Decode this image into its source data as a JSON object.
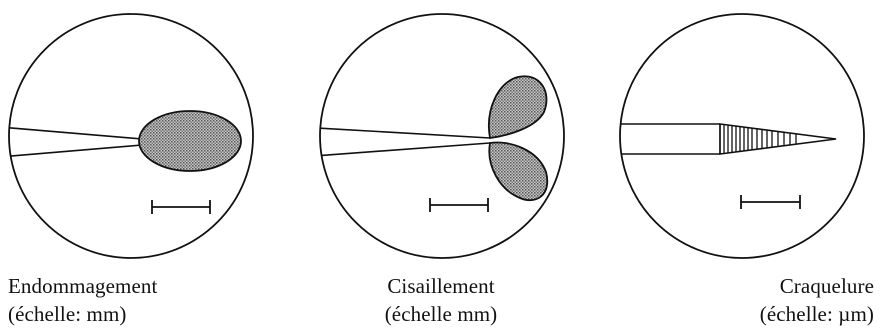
{
  "panels": [
    {
      "id": "damage",
      "title": "Endommagement",
      "scale": "(échelle: mm)"
    },
    {
      "id": "shear",
      "title": "Cisaillement",
      "scale": "(échelle mm)"
    },
    {
      "id": "craze",
      "title": "Craquelure",
      "scale": "(échelle: µm)"
    }
  ],
  "colors": {
    "ink": "#111111",
    "hatch_fill": "#9a9a9a"
  }
}
